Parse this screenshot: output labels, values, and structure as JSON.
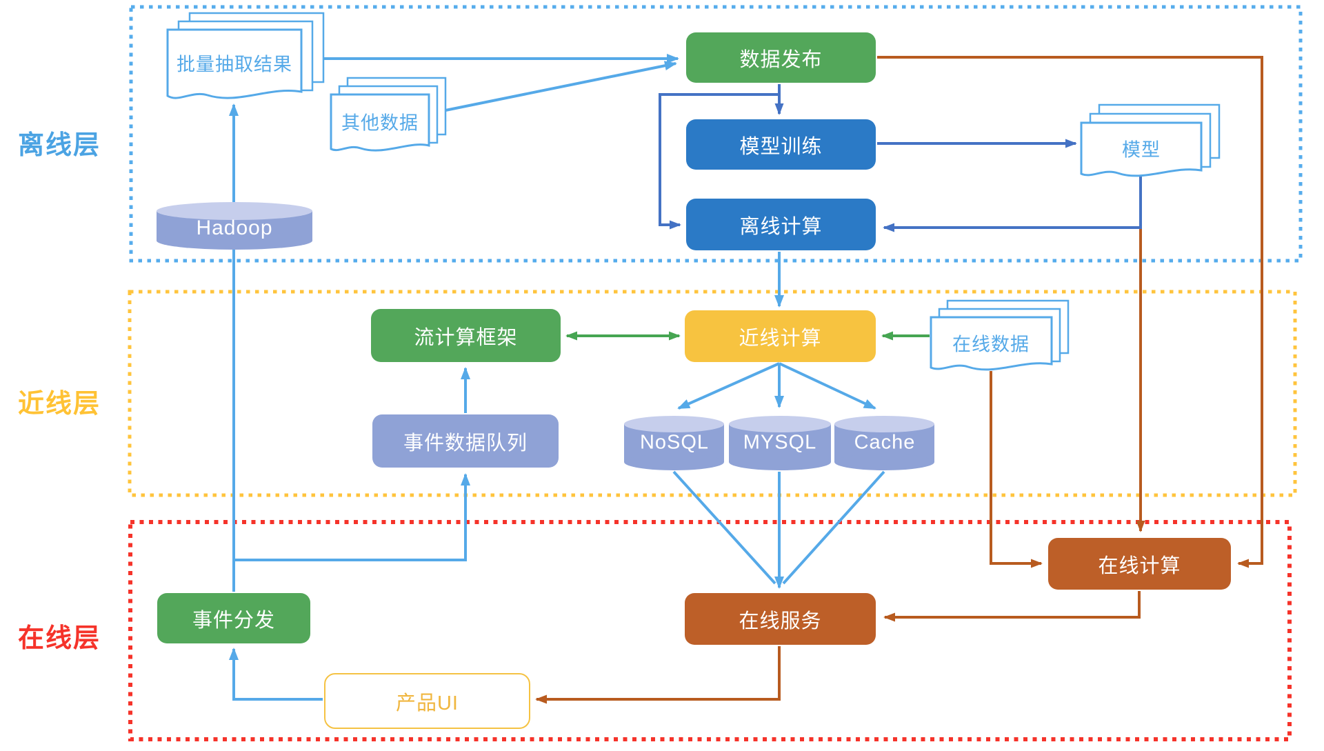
{
  "layers": [
    {
      "name": "离线层",
      "color": "#4BA3E3"
    },
    {
      "name": "近线层",
      "color": "#FFC234"
    },
    {
      "name": "在线层",
      "color": "#F5332A"
    }
  ],
  "nodes": {
    "batch_result_doc": {
      "label": "批量抽取结果"
    },
    "other_data_doc": {
      "label": "其他数据"
    },
    "data_publish": {
      "label": "数据发布"
    },
    "model_training": {
      "label": "模型训练"
    },
    "offline_compute": {
      "label": "离线计算"
    },
    "model_doc": {
      "label": "模型"
    },
    "hadoop": {
      "label": "Hadoop"
    },
    "stream_framework": {
      "label": "流计算框架"
    },
    "nearline_compute": {
      "label": "近线计算"
    },
    "online_data_doc": {
      "label": "在线数据"
    },
    "event_queue": {
      "label": "事件数据队列"
    },
    "nosql": {
      "label": "NoSQL"
    },
    "mysql": {
      "label": "MYSQL"
    },
    "cache": {
      "label": "Cache"
    },
    "event_dispatch": {
      "label": "事件分发"
    },
    "online_service": {
      "label": "在线服务"
    },
    "online_compute": {
      "label": "在线计算"
    },
    "product_ui": {
      "label": "产品UI"
    }
  },
  "colors": {
    "green_box": "#53A75A",
    "blue_box": "#2B7AC6",
    "yellow_box": "#F7C340",
    "brown_box": "#BD5F28",
    "periwinkle_box": "#8FA2D6",
    "periwinkle_top": "#C6CEEC",
    "sky_arrow": "#55A9E8",
    "navy_arrow": "#4472C4",
    "green_arrow": "#46A552",
    "brown_arrow": "#B85B1F",
    "offline_border": "#56ACEC",
    "nearline_border": "#FFC43D",
    "online_border": "#F5332A",
    "doc_outline": "#55A9E8",
    "product_ui_border": "#F5C242"
  }
}
